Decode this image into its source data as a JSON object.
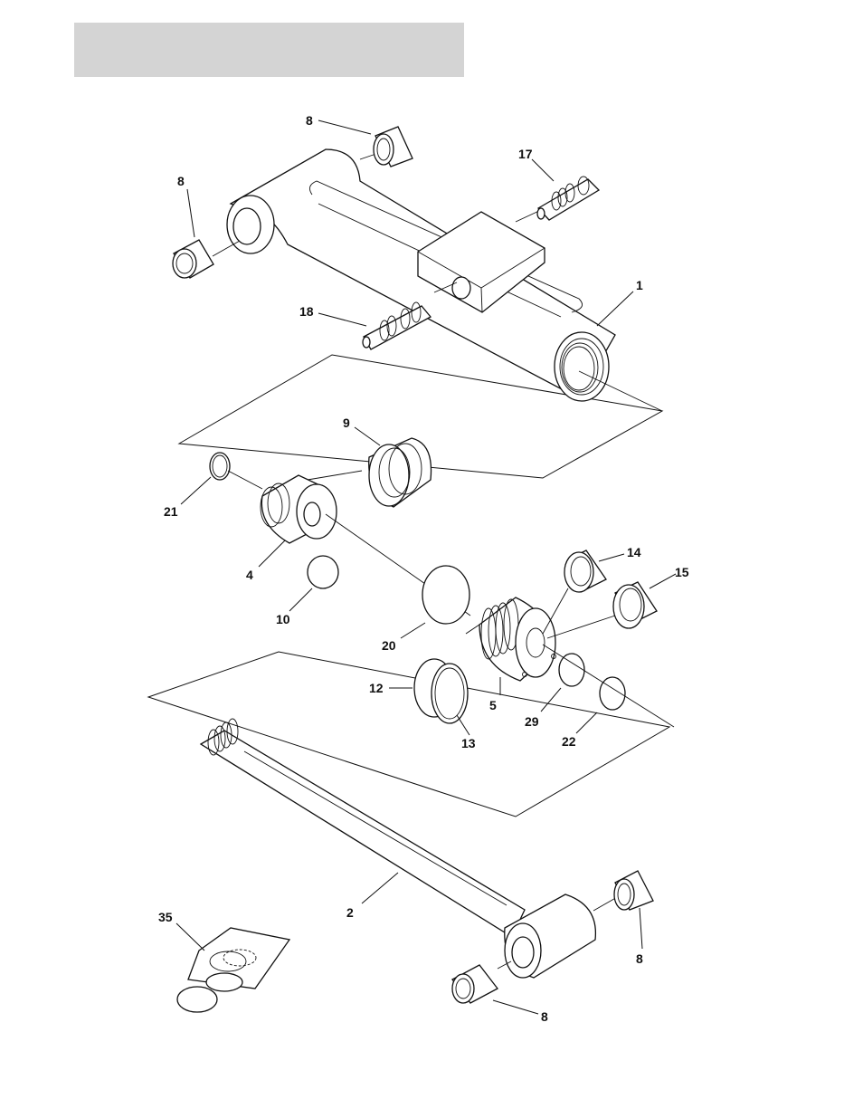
{
  "header": {
    "title": ""
  },
  "callouts": [
    "8",
    "17",
    "8",
    "1",
    "18",
    "9",
    "21",
    "4",
    "10",
    "14",
    "15",
    "20",
    "12",
    "5",
    "29",
    "13",
    "22",
    "2",
    "35",
    "8",
    "8"
  ],
  "colors": {
    "line": "#111111",
    "header_bar": "#d4d4d4",
    "background": "#ffffff"
  }
}
